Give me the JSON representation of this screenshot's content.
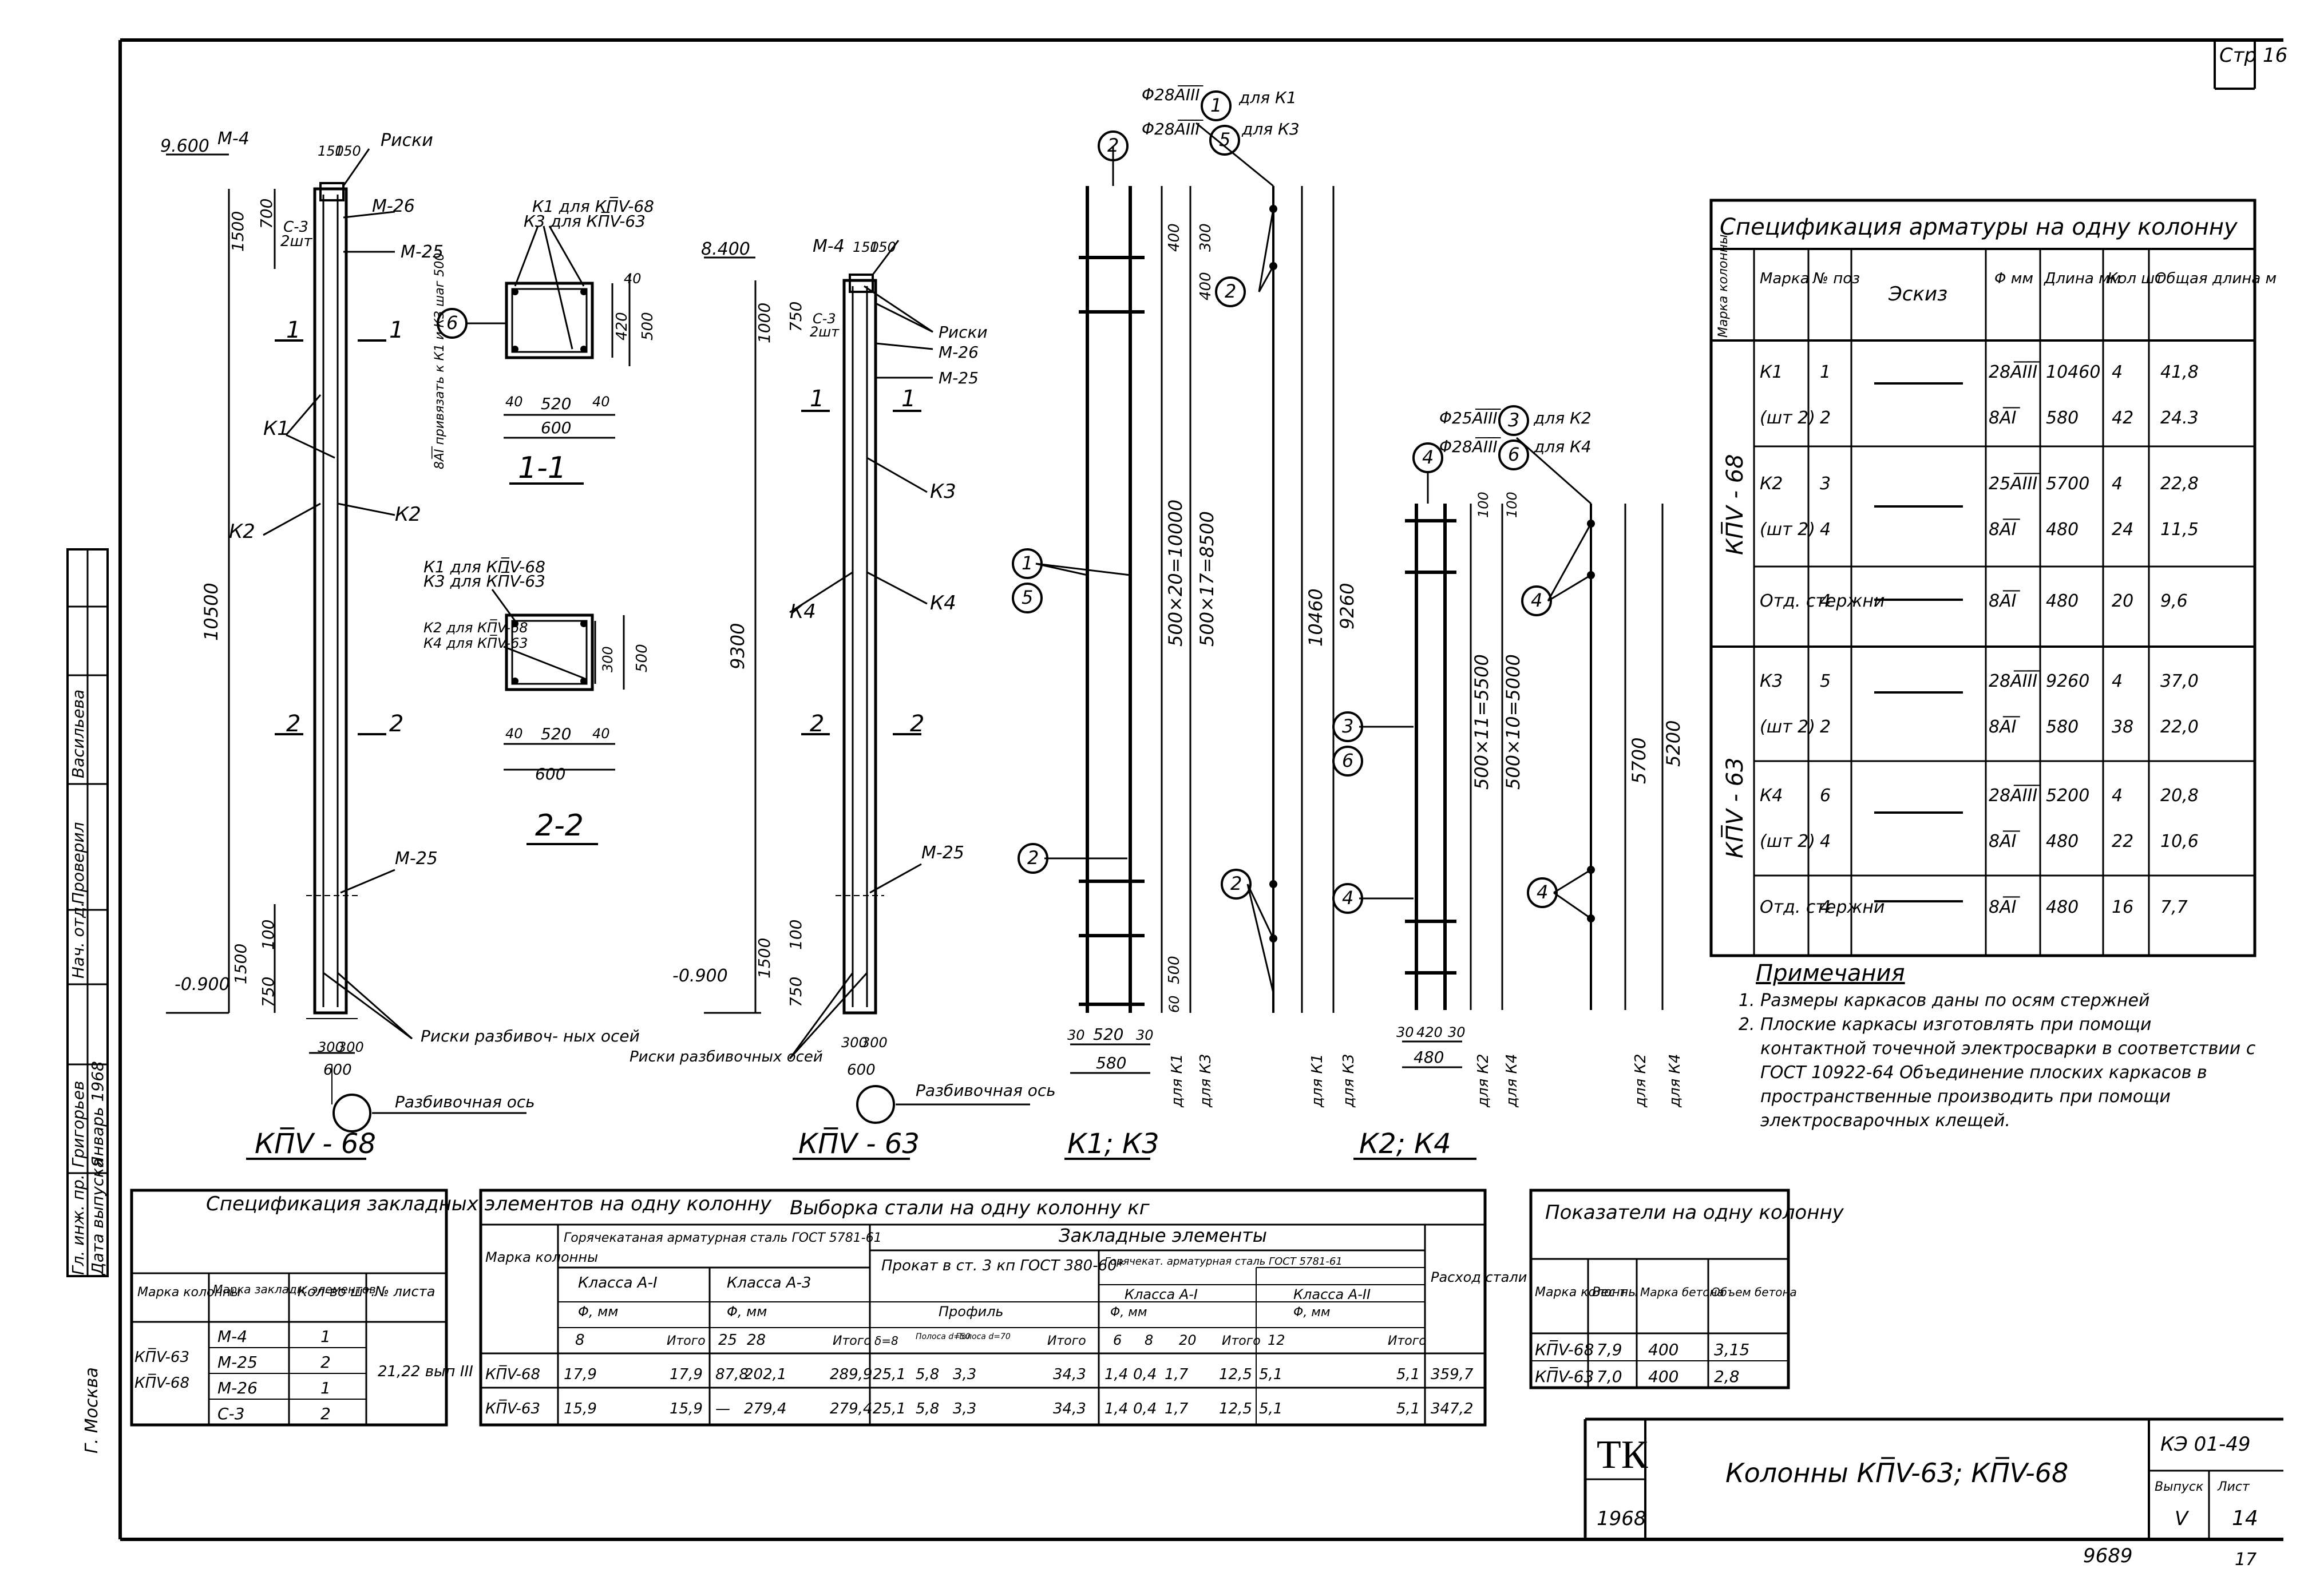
{
  "sheet": {
    "page_label": "Стр 16",
    "bottom_number": "9689",
    "bottom_right": "17"
  },
  "side_stamp": {
    "proveril": "Проверил",
    "vasileva": "Васильева",
    "nach": "Нач. отд.",
    "grigorev": "Григорьев",
    "date": "Январь 1968",
    "gl_inzh": "Гл. инж. пр.",
    "data_vyp": "Дата выпуска",
    "city": "Г. Москва"
  },
  "title_block": {
    "logo": "ТК",
    "year": "1968",
    "title": "Колонны КП̅V-63; КП̅V-68",
    "series": "КЭ 01-49",
    "vypusk_label": "Выпуск",
    "vypusk": "V",
    "list_label": "Лист",
    "list": "14"
  },
  "views": {
    "kp68": {
      "caption": "КП̅V - 68",
      "elev_top": "9.600",
      "elev_bottom": "-0.900",
      "m4": "М-4",
      "m25": "М-25",
      "m26": "М-26",
      "m25b": "М-25",
      "c3": "С-3",
      "c3n": "2шт",
      "risk": "Риски",
      "risk_axes": "Риски разбивоч-\nных осей",
      "axis": "Разбивочная\nось",
      "k1": "К1",
      "k2a": "К2",
      "k2b": "К2",
      "d10500": "10500",
      "d1500a": "1500",
      "d700": "700",
      "d1500b": "1500",
      "d100": "100",
      "d750": "750",
      "d150a": "150",
      "d150b": "150",
      "d300a": "300",
      "d300b": "300",
      "d600": "600",
      "s1a": "1",
      "s1b": "1",
      "s2a": "2",
      "s2b": "2"
    },
    "kp63": {
      "caption": "КП̅V - 63",
      "elev_top": "8.400",
      "elev_bottom": "-0.900",
      "m4": "М-4",
      "m25": "М-25",
      "m26": "М-26",
      "m25b": "М-25",
      "c3": "С-3",
      "c3n": "2шт",
      "risk": "Риски",
      "risk_axes": "Риски разбивочных\nосей",
      "axis": "Разбивочная\nось",
      "k3": "К3",
      "k4a": "К4",
      "k4b": "К4",
      "d9300": "9300",
      "d1000": "1000",
      "d750a": "750",
      "d1500": "1500",
      "d100": "100",
      "d750b": "750",
      "d150a": "150",
      "d150b": "150",
      "d300a": "300",
      "d300b": "300",
      "d600": "600",
      "s1a": "1",
      "s1b": "1",
      "s2a": "2",
      "s2b": "2"
    },
    "sec11": {
      "caption": "1-1",
      "label1": "К1 для КП̅V-68",
      "label2": "К3 для КП̅V-63",
      "side": "8А̅I̅ привязать\nк К1 и К3 шаг 500",
      "d420": "420",
      "d500": "500",
      "d40a": "40",
      "d40b": "40",
      "d40c": "40",
      "d520": "520",
      "d600": "600",
      "pos": "6"
    },
    "sec22": {
      "caption": "2-2",
      "label1": "К1 для КП̅V-68",
      "label2": "К3 для КП̅V-63",
      "label3": "К2 для КП̅V-68",
      "label4": "К4 для КП̅V-63",
      "d300": "300",
      "d500": "500",
      "d40a": "40",
      "d40b": "40",
      "d520": "520",
      "d600": "600"
    },
    "k1k3": {
      "caption": "К1; К3",
      "bar1": "Φ28А̅I̅I̅I̅",
      "bar1_for": "для К1",
      "bar5": "Φ28А̅I̅I̅I̅",
      "bar5_for": "для К3",
      "p1": "1",
      "p5": "5",
      "p2a": "2",
      "p2b": "2",
      "p2c": "2",
      "p2d": "2",
      "p1b": "1",
      "p5b": "5",
      "d500x20": "500×20=10000",
      "d500x17": "500×17=8500",
      "d10460": "10460",
      "d9260": "9260",
      "d400a": "400",
      "d300": "300",
      "d400b": "400",
      "d500": "500",
      "d60": "60",
      "d520": "520",
      "d30a": "30",
      "d30b": "30",
      "d580": "580",
      "for_k1a": "для К1",
      "for_k3a": "для К3",
      "for_k1b": "для К1",
      "for_k3b": "для К3"
    },
    "k2k4": {
      "caption": "К2; К4",
      "bar3": "Φ25А̅I̅I̅I̅",
      "bar3_for": "для К2",
      "bar6": "Φ28А̅I̅I̅I̅",
      "bar6_for": "для К4",
      "p3": "3",
      "p6": "6",
      "p4a": "4",
      "p4b": "4",
      "p4c": "4",
      "p4d": "4",
      "p3b": "3",
      "p6b": "6",
      "d500x11": "500×11=5500",
      "d500x10": "500×10=5000",
      "d5700": "5700",
      "d5200": "5200",
      "d100a": "100",
      "d100b": "100",
      "d420": "420",
      "d30a": "30",
      "d30b": "30",
      "d480": "480",
      "for_k2a": "для К2",
      "for_k4a": "для К4",
      "for_k2b": "для К2",
      "for_k4b": "для К4"
    }
  },
  "spec_rebar": {
    "title": "Спецификация арматуры на одну колонну",
    "headers": [
      "Марка колонны",
      "Марка",
      "№ поз",
      "Эскиз",
      "Φ мм",
      "Длина мм",
      "Кол шт",
      "Общая длина м"
    ],
    "groups": [
      {
        "column": "КП̅V - 68",
        "rows": [
          [
            "К1",
            "1",
            "28А̅I̅I̅I̅",
            "10460",
            "4",
            "41,8"
          ],
          [
            "(шт 2)",
            "2",
            "8А̅I̅",
            "580",
            "42",
            "24.3"
          ],
          [
            "К2",
            "3",
            "25А̅I̅I̅I̅",
            "5700",
            "4",
            "22,8"
          ],
          [
            "(шт 2)",
            "4",
            "8А̅I̅",
            "480",
            "24",
            "11,5"
          ],
          [
            "Отд. стержни",
            "4",
            "8А̅I̅",
            "480",
            "20",
            "9,6"
          ]
        ]
      },
      {
        "column": "КП̅V - 63",
        "rows": [
          [
            "К3",
            "5",
            "28А̅I̅I̅I̅",
            "9260",
            "4",
            "37,0"
          ],
          [
            "(шт 2)",
            "2",
            "8А̅I̅",
            "580",
            "38",
            "22,0"
          ],
          [
            "К4",
            "6",
            "28А̅I̅I̅I̅",
            "5200",
            "4",
            "20,8"
          ],
          [
            "(шт 2)",
            "4",
            "8А̅I̅",
            "480",
            "22",
            "10,6"
          ],
          [
            "Отд. стержни",
            "4",
            "8А̅I̅",
            "480",
            "16",
            "7,7"
          ]
        ]
      }
    ]
  },
  "notes": {
    "title": "Примечания",
    "items": [
      "Размеры каркасов даны по осям стержней",
      "Плоские каркасы изготовлять при помощи контактной точечной электросварки в соответствии с ГОСТ 10922-64 Объединение плоских каркасов в пространственные производить при помощи электросварочных клещей."
    ]
  },
  "spec_embedded": {
    "title": "Спецификация закладных элементов на одну колонну",
    "headers": [
      "Марка колонны",
      "Марка закладн. элементов",
      "Кол-во шт.",
      "№ листа"
    ],
    "columns": [
      "КП̅V-63",
      "КП̅V-68"
    ],
    "rows": [
      [
        "М-4",
        "1"
      ],
      [
        "М-25",
        "2"
      ],
      [
        "М-26",
        "1"
      ],
      [
        "С-3",
        "2"
      ]
    ],
    "sheets": "21,22 вып III"
  },
  "steel_table": {
    "title": "Выборка стали на одну колонну кг",
    "h_mark": "Марка колонны",
    "h_hot": "Горячекатаная арматурная сталь ГОСТ 5781-61",
    "h_a1": "Класса А-I",
    "h_a3": "Класса А-3",
    "h_phi": "Φ, мм",
    "h_itogo": "Итого",
    "h_embed": "Закладные элементы",
    "h_prokat": "Прокат в ст. 3 кп ГОСТ 380-60*",
    "h_profile": "Профиль",
    "h_hot2": "Горячекат. арматурная сталь ГОСТ 5781-61",
    "h_a2": "Класса А-II",
    "h_total": "Расход стали",
    "sub_a1": [
      "8"
    ],
    "sub_a3": [
      "25",
      "28"
    ],
    "sub_prof": [
      "δ=8",
      "Полоса d=50",
      "Полоса d=70"
    ],
    "sub_ea1": [
      "6",
      "8",
      "20"
    ],
    "sub_ea2": [
      "12"
    ],
    "rows": [
      [
        "КП̅V-68",
        "17,9",
        "17,9",
        "87,8",
        "202,1",
        "289,9",
        "25,1",
        "5,8",
        "3,3",
        "34,3",
        "1,4",
        "0,4",
        "1,7",
        "12,5",
        "5,1",
        "5,1",
        "359,7"
      ],
      [
        "КП̅V-63",
        "15,9",
        "15,9",
        "—",
        "279,4",
        "279,4",
        "25,1",
        "5,8",
        "3,3",
        "34,3",
        "1,4",
        "0,4",
        "1,7",
        "12,5",
        "5,1",
        "5,1",
        "347,2"
      ]
    ]
  },
  "indicators": {
    "title": "Показатели на одну колонну",
    "headers": [
      "Марка колонны",
      "Вес т",
      "Марка бетона",
      "Объем бетона"
    ],
    "rows": [
      [
        "КП̅V-68",
        "7,9",
        "400",
        "3,15"
      ],
      [
        "КП̅V-63",
        "7,0",
        "400",
        "2,8"
      ]
    ]
  }
}
